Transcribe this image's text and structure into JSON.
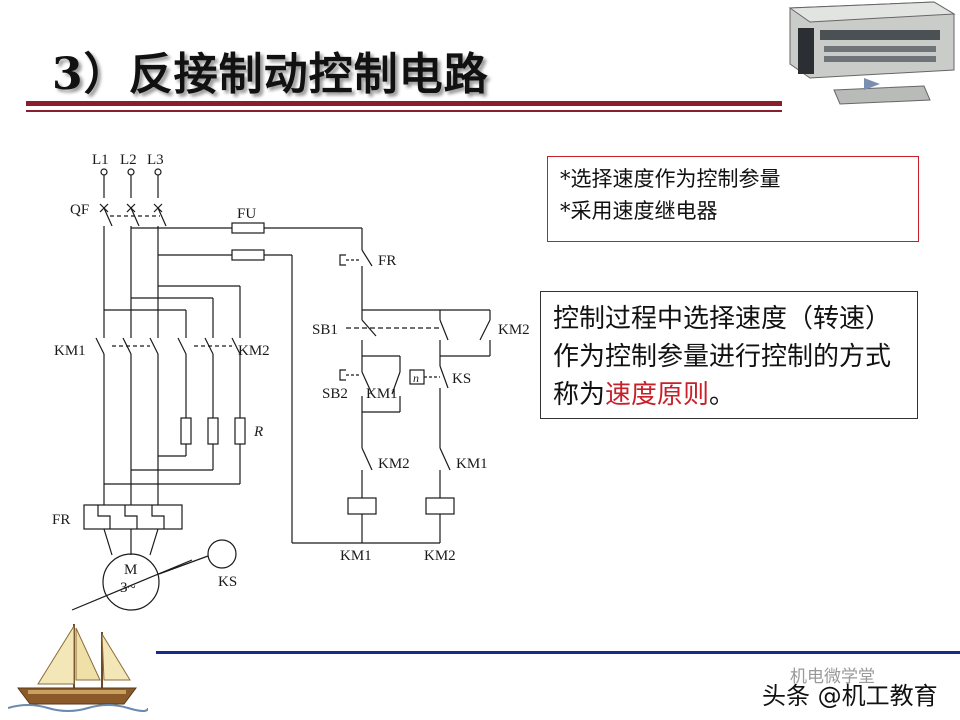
{
  "slide": {
    "title": "3）反接制动控制电路"
  },
  "note_box": {
    "line1": "*选择速度作为控制参量",
    "line2": "*采用速度继电器"
  },
  "definition_box": {
    "text_before": "控制过程中选择速度（转速）作为控制参量进行控制的方式称为",
    "highlight": "速度原则",
    "text_after": "。"
  },
  "circuit": {
    "labels": {
      "l1": "L1",
      "l2": "L2",
      "l3": "L3",
      "qf": "QF",
      "fu": "FU",
      "fr_ctrl": "FR",
      "km1_main": "KM1",
      "km2_main": "KM2",
      "r": "R",
      "fr_main": "FR",
      "motor_m": "M",
      "motor_3": "3~",
      "ks_main": "KS",
      "sb1": "SB1",
      "km2_hold": "KM2",
      "sb2": "SB2",
      "km1_hold": "KM1",
      "ks_ctrl": "KS",
      "ks_symbol": "n",
      "km2_nc": "KM2",
      "km1_nc": "KM1",
      "coil_km1": "KM1",
      "coil_km2": "KM2"
    }
  },
  "colors": {
    "title_rule": "#8b1d2c",
    "bottom_rule": "#1a2a8c",
    "highlight": "#c8202a"
  },
  "watermark": {
    "line1": "机电微学堂",
    "line2": "头条 @机工教育"
  }
}
